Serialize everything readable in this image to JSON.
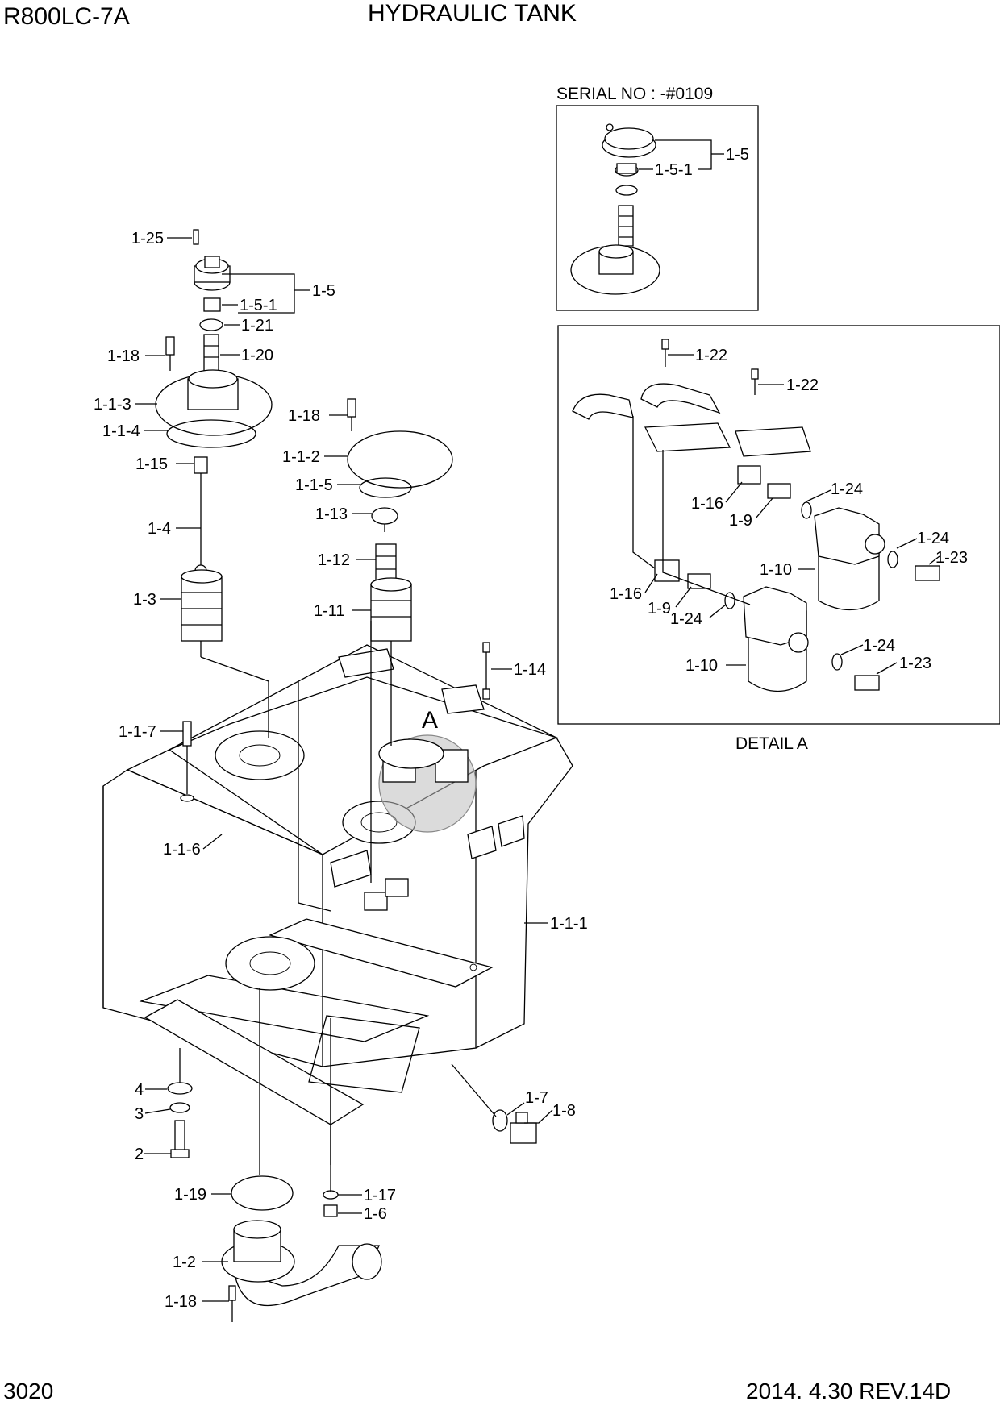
{
  "header": {
    "model": "R800LC-7A",
    "title": "HYDRAULIC TANK"
  },
  "footer": {
    "page": "3020",
    "date_rev": "2014. 4.30  REV.14D"
  },
  "inset_serial": {
    "caption": "SERIAL NO : -#0109",
    "labels": [
      "1-5",
      "1-5-1"
    ]
  },
  "detail_a": {
    "caption": "DETAIL  A",
    "labels": [
      "1-22",
      "1-22",
      "1-24",
      "1-16",
      "1-9",
      "1-24",
      "1-23",
      "1-10",
      "1-16",
      "1-9",
      "1-24",
      "1-24",
      "1-23",
      "1-10"
    ]
  },
  "main": {
    "marker": "A",
    "labels": [
      "1-25",
      "1-5",
      "1-5-1",
      "1-21",
      "1-20",
      "1-18",
      "1-1-3",
      "1-1-4",
      "1-15",
      "1-4",
      "1-3",
      "1-18",
      "1-1-2",
      "1-1-5",
      "1-13",
      "1-12",
      "1-11",
      "1-14",
      "1-1-7",
      "1-1-6",
      "1-1-1",
      "4",
      "3",
      "2",
      "1-7",
      "1-8",
      "1-19",
      "1-17",
      "1-6",
      "1-2",
      "1-18"
    ]
  },
  "icons": [
    "tank-body",
    "filter-element",
    "breather-cap",
    "detail-circle"
  ]
}
